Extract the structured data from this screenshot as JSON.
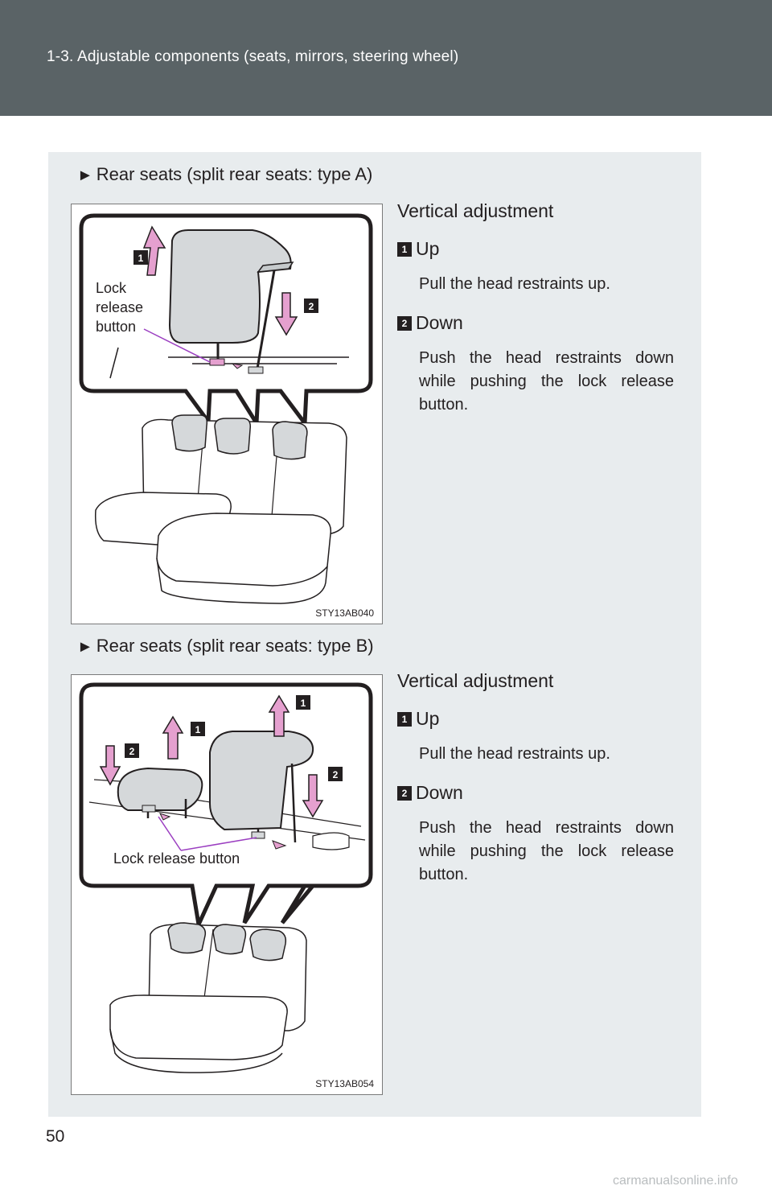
{
  "header": {
    "title": "1-3. Adjustable components (seats, mirrors, steering wheel)"
  },
  "colors": {
    "header_bg": "#5a6366",
    "panel_bg": "#e8ecee",
    "arrow_pink": "#e5a0cf",
    "purple_line": "#9b3fc1",
    "restraint_gray": "#d5d8da"
  },
  "section_a": {
    "title": "Rear seats (split rear seats: type A)",
    "figure": {
      "label": "Lock\nrelease\nbutton",
      "code": "STY13AB040",
      "badge_up": "1",
      "badge_down": "2"
    },
    "vertical_title": "Vertical adjustment",
    "items": [
      {
        "num": "1",
        "label": "Up",
        "desc": "Pull the head restraints up."
      },
      {
        "num": "2",
        "label": "Down",
        "desc": "Push the head restraints down while pushing the lock release button."
      }
    ]
  },
  "section_b": {
    "title": "Rear seats (split rear seats: type B)",
    "figure": {
      "label": "Lock release button",
      "code": "STY13AB054",
      "badge_up": "1",
      "badge_down": "2"
    },
    "vertical_title": "Vertical adjustment",
    "items": [
      {
        "num": "1",
        "label": "Up",
        "desc": "Pull the head restraints up."
      },
      {
        "num": "2",
        "label": "Down",
        "desc": "Push the head restraints down while pushing the lock release button."
      }
    ]
  },
  "page_number": "50",
  "watermark": "carmanualsonline.info",
  "icons": {
    "section_marker": "triangle-right-icon"
  }
}
